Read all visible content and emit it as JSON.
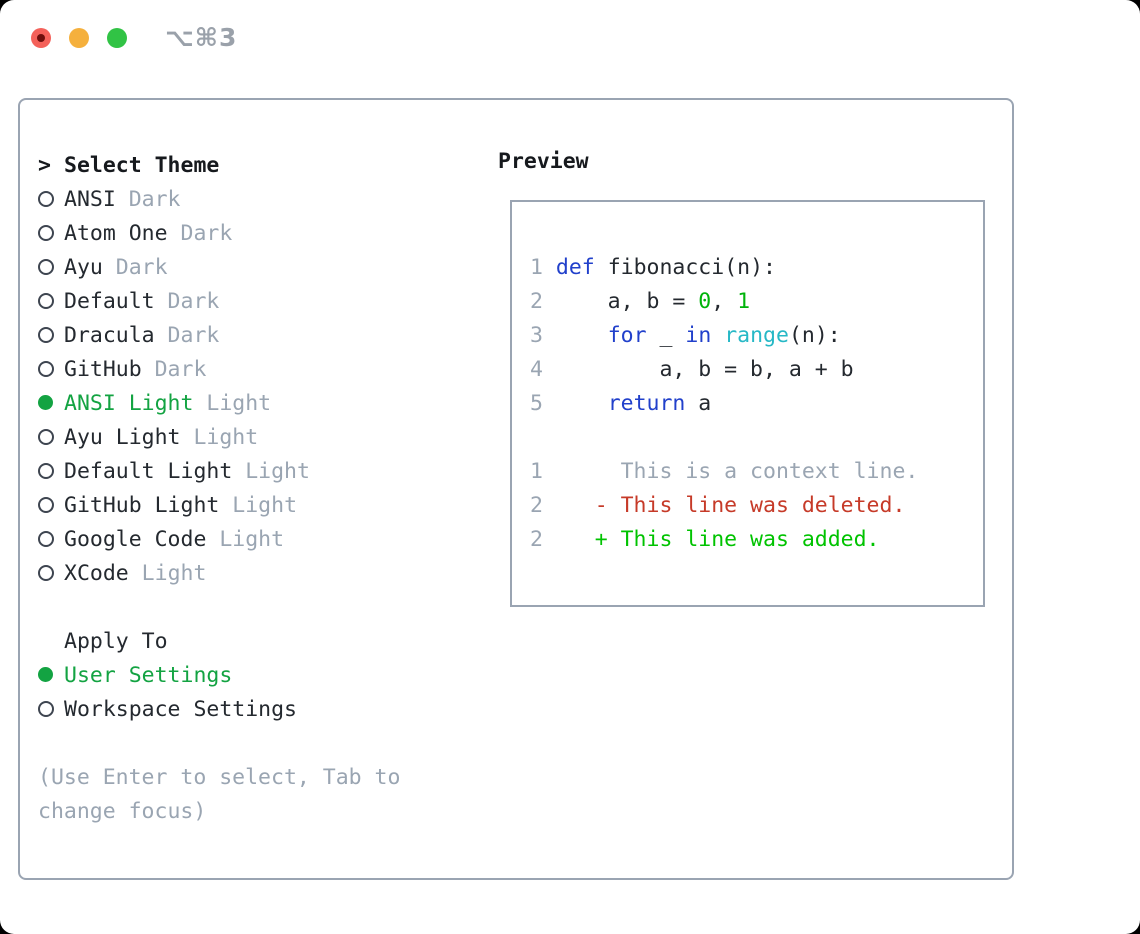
{
  "window": {
    "title": "⌥⌘3"
  },
  "theme_menu": {
    "cursor": ">",
    "heading": "Select Theme",
    "items": [
      {
        "name": "ANSI",
        "variant": "Dark",
        "selected": false
      },
      {
        "name": "Atom One",
        "variant": "Dark",
        "selected": false
      },
      {
        "name": "Ayu",
        "variant": "Dark",
        "selected": false
      },
      {
        "name": "Default",
        "variant": "Dark",
        "selected": false
      },
      {
        "name": "Dracula",
        "variant": "Dark",
        "selected": false
      },
      {
        "name": "GitHub",
        "variant": "Dark",
        "selected": false
      },
      {
        "name": "ANSI Light",
        "variant": "Light",
        "selected": true
      },
      {
        "name": "Ayu Light",
        "variant": "Light",
        "selected": false
      },
      {
        "name": "Default Light",
        "variant": "Light",
        "selected": false
      },
      {
        "name": "GitHub Light",
        "variant": "Light",
        "selected": false
      },
      {
        "name": "Google Code",
        "variant": "Light",
        "selected": false
      },
      {
        "name": "XCode",
        "variant": "Light",
        "selected": false
      }
    ]
  },
  "apply_to": {
    "heading": "Apply To",
    "options": [
      {
        "label": "User Settings",
        "selected": true
      },
      {
        "label": "Workspace Settings",
        "selected": false
      }
    ]
  },
  "hint": {
    "line1": "(Use Enter to select, Tab to",
    "line2": "change focus)"
  },
  "preview": {
    "heading": "Preview",
    "lines": [
      {
        "num": "1",
        "tokens": [
          [
            "plain",
            " "
          ],
          [
            "kw",
            "def"
          ],
          [
            "plain",
            " fibonacci(n):"
          ]
        ]
      },
      {
        "num": "2",
        "tokens": [
          [
            "plain",
            "     a, b = "
          ],
          [
            "lit",
            "0"
          ],
          [
            "plain",
            ", "
          ],
          [
            "lit",
            "1"
          ]
        ]
      },
      {
        "num": "3",
        "tokens": [
          [
            "plain",
            "     "
          ],
          [
            "kw",
            "for"
          ],
          [
            "plain",
            " _ "
          ],
          [
            "kw",
            "in"
          ],
          [
            "plain",
            " "
          ],
          [
            "fn",
            "range"
          ],
          [
            "plain",
            "(n):"
          ]
        ]
      },
      {
        "num": "4",
        "tokens": [
          [
            "plain",
            "         a, b = b, a + b"
          ]
        ]
      },
      {
        "num": "5",
        "tokens": [
          [
            "plain",
            "     "
          ],
          [
            "kw",
            "return"
          ],
          [
            "plain",
            " a"
          ]
        ]
      },
      {
        "num": "",
        "tokens": []
      },
      {
        "num": "1",
        "tokens": [
          [
            "ctx",
            "      This is a context line."
          ]
        ]
      },
      {
        "num": "2",
        "tokens": [
          [
            "del",
            "    - This line was deleted."
          ]
        ]
      },
      {
        "num": "2",
        "tokens": [
          [
            "add",
            "    + This line was added."
          ]
        ]
      }
    ]
  },
  "colors": {
    "selection_green": "#13a342",
    "keyword_blue": "#2140cb",
    "builtin_cyan": "#26b8c6",
    "literal_green": "#00b30a",
    "added_green": "#00c300",
    "deleted_red": "#c63a28",
    "muted_gray": "#9aa5b2",
    "text_dark": "#24292f",
    "border_gray": "#9aa4b2",
    "traffic_red": "#f4615a",
    "traffic_yellow": "#f5b03d",
    "traffic_green": "#31c345"
  }
}
